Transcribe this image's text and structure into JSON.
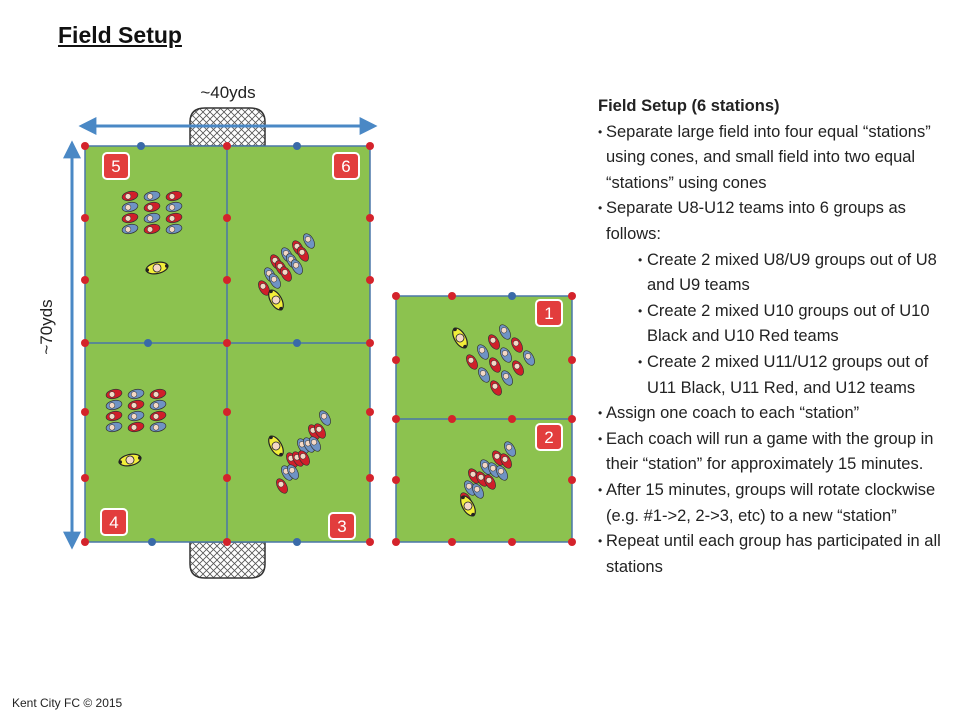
{
  "page_title": "Field Setup",
  "width_label": "~40yds",
  "height_label": "~70yds",
  "stations": [
    "5",
    "6",
    "4",
    "3",
    "1",
    "2"
  ],
  "notes": {
    "heading": "Field Setup (6 stations)",
    "items": [
      {
        "text": "Separate large field into four equal “stations” using cones, and small field into two equal “stations” using cones",
        "level": 1
      },
      {
        "text": "Separate U8-U12 teams into 6 groups as follows:",
        "level": 1
      },
      {
        "text": "Create 2 mixed U8/U9 groups out of U8 and U9 teams",
        "level": 2
      },
      {
        "text": "Create 2 mixed U10 groups out of U10 Black and U10 Red teams",
        "level": 2
      },
      {
        "text": "Create 2 mixed U11/U12 groups out of U11 Black, U11 Red, and U12 teams",
        "level": 2
      },
      {
        "text": "Assign one coach to each “station”",
        "level": 1
      },
      {
        "text": "Each coach will run a game with the group in their “station” for approximately 15 minutes.",
        "level": 1
      },
      {
        "text": "After 15 minutes, groups will rotate clockwise (e.g. #1->2, 2->3, etc) to a new “station”",
        "level": 1
      },
      {
        "text": "Repeat until each group has participated in all stations",
        "level": 1
      }
    ]
  },
  "footer": "Kent City FC © 2015",
  "colors": {
    "field": "#8cc24f",
    "field_line": "#4a76a8",
    "cone": "#d4232b",
    "cone_blue": "#3a6aa8",
    "badge": "#e23d3d",
    "arrow": "#4a88c5",
    "player_red": "#d01f2a",
    "player_blue": "#6f93c4",
    "coach": "#f2ee3a"
  }
}
